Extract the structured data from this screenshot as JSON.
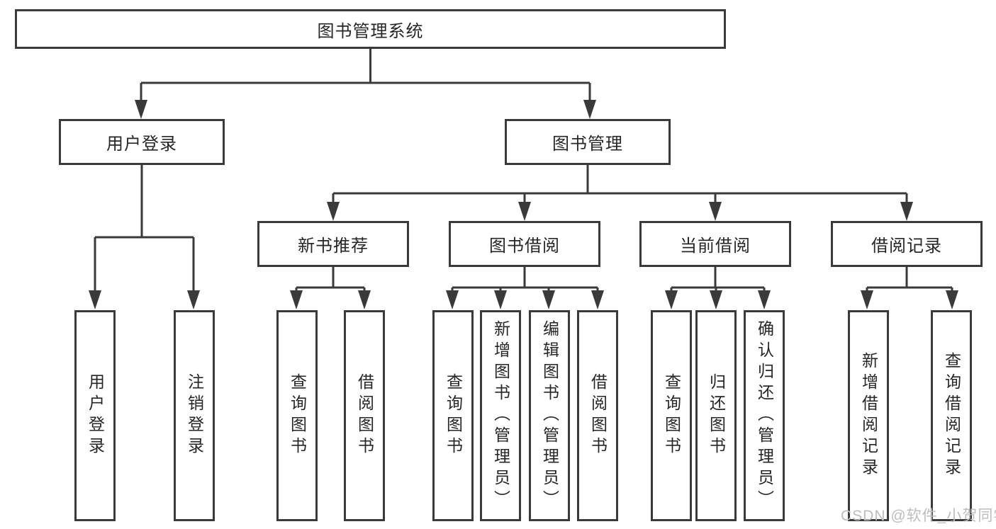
{
  "diagram": {
    "title": "图书管理系统",
    "root": "图书管理系统",
    "level2": [
      "用户登录",
      "图书管理"
    ],
    "level3": [
      "新书推荐",
      "图书借阅",
      "当前借阅",
      "借阅记录"
    ],
    "leaves": {
      "login": [
        "用户登录",
        "注销登录"
      ],
      "recommend": [
        "查询图书",
        "借阅图书"
      ],
      "borrow": [
        "查询图书",
        "新增图书（管理员）",
        "编辑图书（管理员）",
        "借阅图书"
      ],
      "current": [
        "查询图书",
        "归还图书",
        "确认归还（管理员）"
      ],
      "record": [
        "新增借阅记录",
        "查询借阅记录"
      ]
    }
  },
  "watermark": "CSDN @软件_小贺同学",
  "colors": {
    "line": "#3a3a3a",
    "box_border": "#3a3a3a",
    "text": "#262626",
    "watermark": "#bdbdbd",
    "background": "#ffffff"
  }
}
